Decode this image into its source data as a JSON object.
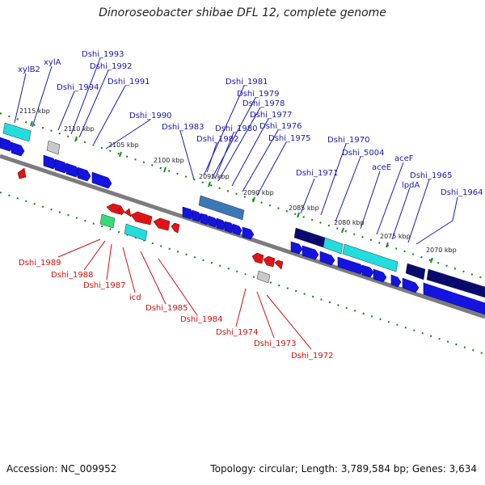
{
  "title": "Dinoroseobacter shibae DFL 12, complete genome",
  "footer": {
    "accession": "Accession: NC_009952",
    "summary": "Topology: circular; Length: 3,789,584 bp; Genes: 3,634"
  },
  "ticks": [
    "2115 kbp",
    "2110 kbp",
    "2105 kbp",
    "2100 kbp",
    "2095 kbp",
    "2090 kbp",
    "2085 kbp",
    "2080 kbp",
    "2075 kbp",
    "2070 kbp"
  ],
  "forward_labels": [
    "xylB2",
    "xylA",
    "Dshi_1993",
    "Dshi_1992",
    "Dshi_1994",
    "Dshi_1991",
    "Dshi_1990",
    "Dshi_1983",
    "Dshi_1981",
    "Dshi_1979",
    "Dshi_1978",
    "Dshi_1977",
    "Dshi_1980",
    "Dshi_1976",
    "Dshi_1982",
    "Dshi_1975",
    "Dshi_1970",
    "Dshi_5004",
    "Dshi_1971",
    "aceF",
    "aceE",
    "Dshi_1965",
    "lpdA",
    "Dshi_1964"
  ],
  "reverse_labels": [
    "Dshi_1989",
    "Dshi_1988",
    "Dshi_1987",
    "icd",
    "Dshi_1985",
    "Dshi_1984",
    "Dshi_1974",
    "Dshi_1973",
    "Dshi_1972"
  ],
  "colors": {
    "forward_gene": "#1010e0",
    "reverse_gene": "#e01010",
    "forward_label": "#1a1aa8",
    "reverse_label": "#cc1111",
    "tick_dots": "#1f8a1f",
    "backbone": "#8a8a8a",
    "cyan_feature": "#22dddd",
    "navy_feature": "#0a0a6e",
    "steel_feature": "#3a78b8",
    "green_feature": "#33dd77",
    "gray_feature": "#c8c8c8"
  }
}
